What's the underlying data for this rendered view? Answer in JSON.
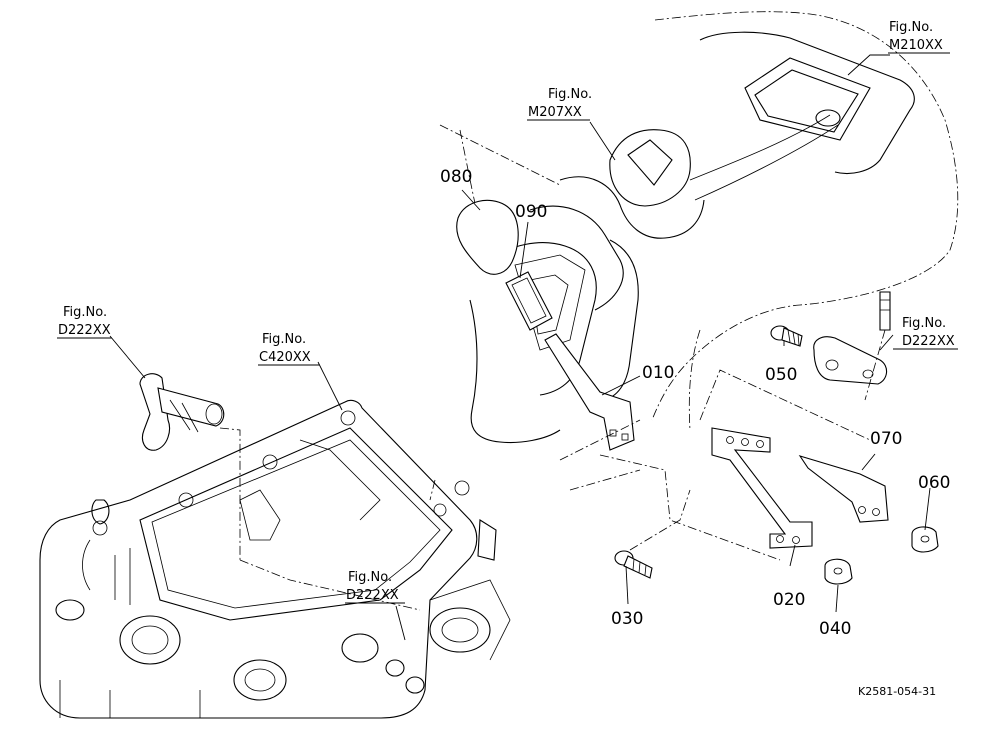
{
  "figure_refs": {
    "m210": {
      "label": "Fig.No.",
      "code": "M210XX"
    },
    "m207": {
      "label": "Fig.No.",
      "code": "M207XX"
    },
    "d222_left": {
      "label": "Fig.No.",
      "code": "D222XX"
    },
    "c420": {
      "label": "Fig.No.",
      "code": "C420XX"
    },
    "d222_right": {
      "label": "Fig.No.",
      "code": "D222XX"
    },
    "d222_bottom": {
      "label": "Fig.No.",
      "code": "D222XX"
    }
  },
  "parts": {
    "p010": "010",
    "p020": "020",
    "p030": "030",
    "p040": "040",
    "p050": "050",
    "p060": "060",
    "p070": "070",
    "p080": "080",
    "p090": "090"
  },
  "drawing_code": "K2581-054-31"
}
